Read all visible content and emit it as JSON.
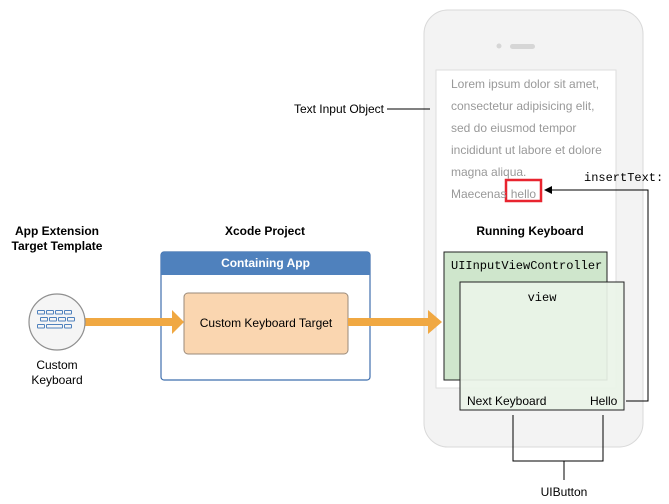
{
  "left_column": {
    "heading_line1": "App Extension",
    "heading_line2": "Target Template",
    "icon_label_line1": "Custom",
    "icon_label_line2": "Keyboard"
  },
  "middle_column": {
    "heading": "Xcode Project",
    "container_title": "Containing App",
    "target_label": "Custom Keyboard Target"
  },
  "right_column": {
    "heading": "Running Keyboard",
    "text_input_label": "Text Input Object",
    "lorem_lines": [
      "Lorem ipsum dolor sit amet,",
      "consectetur adipisicing elit,",
      "sed do eiusmod tempor",
      "incididunt ut labore et dolore",
      "magna aliqua."
    ],
    "lorem_last_prefix": "Maecenas",
    "inserted_word": "hello",
    "insert_text_label": "insertText:",
    "input_view_controller_label": "UIInputViewController",
    "view_label": "view",
    "next_keyboard_label": "Next Keyboard",
    "hello_button_label": "Hello",
    "uibutton_label": "UIButton"
  },
  "colors": {
    "arrow_orange": "#f0a842",
    "container_header_blue": "#4f81bd",
    "container_border_blue": "#3f6fad",
    "target_fill": "#fad6b0",
    "controller_fill": "#cfe6cc",
    "view_fill": "#eaf4e8",
    "highlight_red": "#e8242f",
    "phone_frame": "#f3f3f3"
  }
}
